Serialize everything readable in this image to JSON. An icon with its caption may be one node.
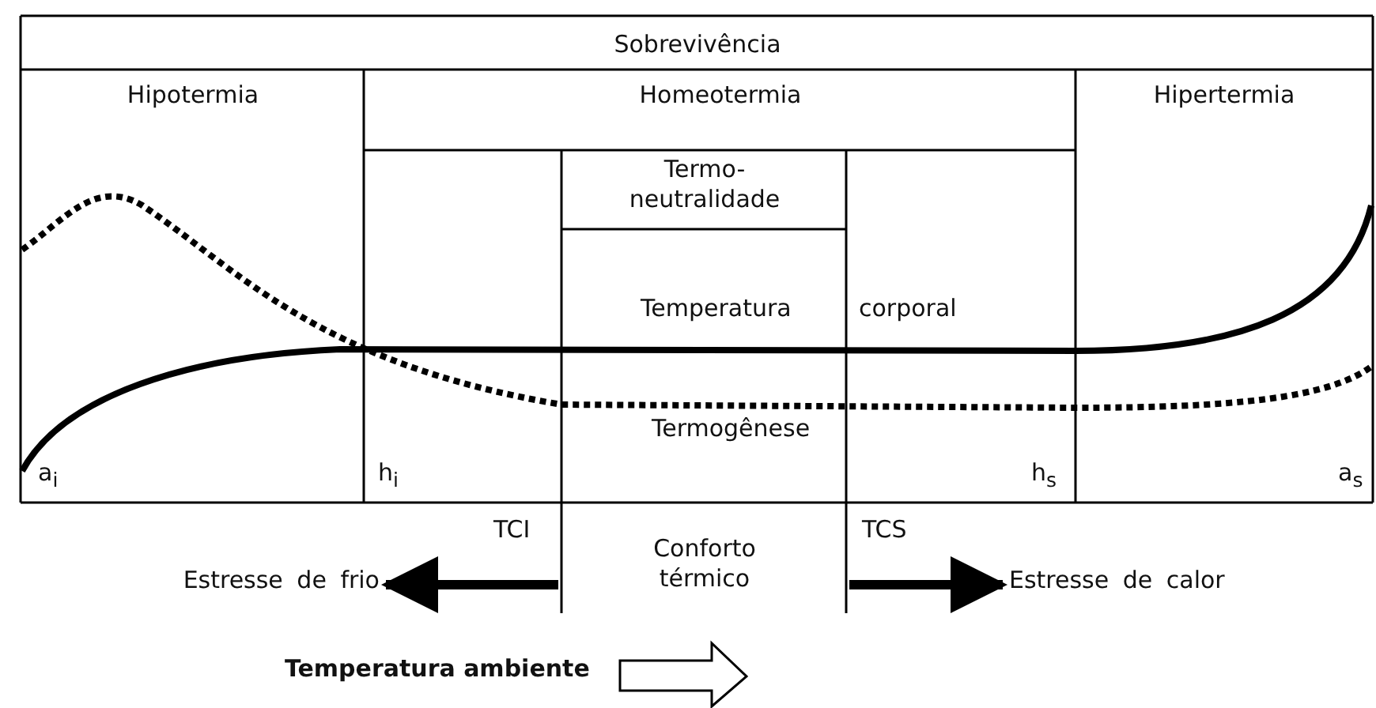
{
  "diagram": {
    "nodes": [
      {
        "text": [
          "Sobrevivência"
        ]
      },
      {
        "text": [
          "Hipotermia"
        ]
      },
      {
        "text": [
          "Homeotermia"
        ]
      },
      {
        "text": [
          "Hipertermia"
        ]
      },
      {
        "text": [
          "Termo- neutralidade"
        ]
      },
      {
        "text": [
          "Conforto térmico"
        ]
      },
      {
        "text": [
          "Estresse de frio"
        ]
      },
      {
        "text": [
          "Estresse de calor"
        ]
      }
    ],
    "edges": [
      {
        "from": null,
        "to": 6,
        "arrow": "to"
      },
      {
        "from": null,
        "to": 7,
        "arrow": "to"
      }
    ],
    "labels": [
      "Temperatura",
      "corporal",
      "Termogênese",
      "a$_{i}$",
      "h$_{i}$",
      "h$_{s}$",
      "a$_{s}$",
      "TCI",
      "TCS",
      "Temperatura ambiente"
    ]
  }
}
